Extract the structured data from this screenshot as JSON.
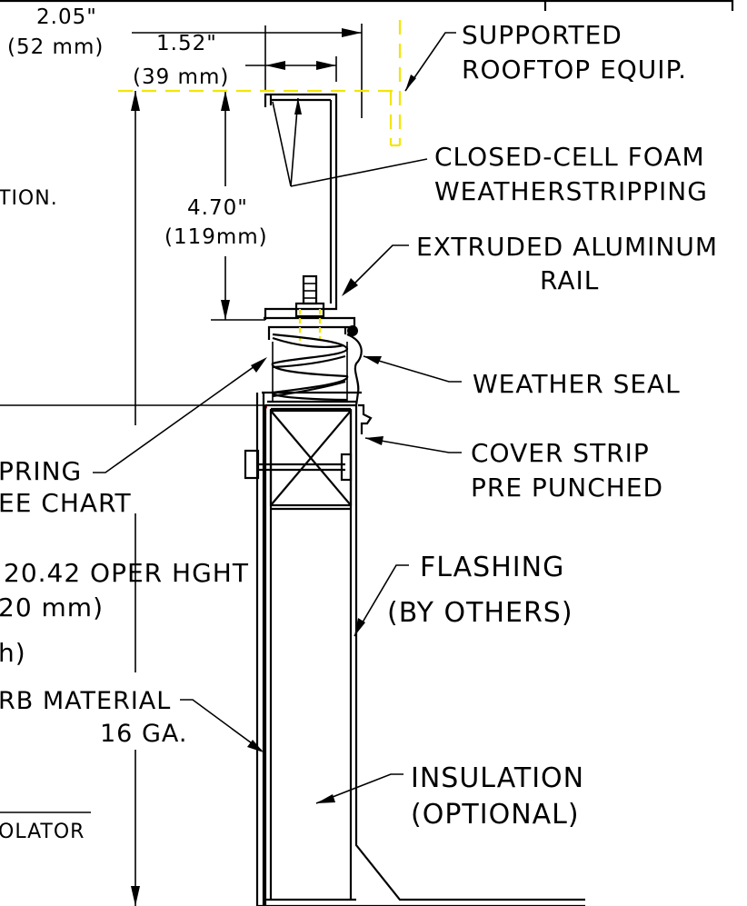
{
  "colors": {
    "line": "#000000",
    "hidden_line": "#f2e600",
    "accent_red": "#e00000",
    "background": "#ffffff"
  },
  "dimensions": {
    "outer_width_in": "2.05\"",
    "outer_width_mm": "(52 mm)",
    "inner_width_in": "1.52\"",
    "inner_width_mm": "(39 mm)",
    "rail_height_in": "4.70\"",
    "rail_height_mm": "(119mm)"
  },
  "callouts": {
    "supported_equip_1": "SUPPORTED",
    "supported_equip_2": "ROOFTOP EQUIP.",
    "foam_1": "CLOSED-CELL FOAM",
    "foam_2": "WEATHERSTRIPPING",
    "rail_1": "EXTRUDED ALUMINUM",
    "rail_2": "RAIL",
    "weather_seal": "WEATHER SEAL",
    "cover_strip_1": "COVER STRIP",
    "cover_strip_2": "PRE PUNCHED",
    "flashing_1": "FLASHING",
    "flashing_2": "(BY OTHERS)",
    "insulation_1": "INSULATION",
    "insulation_2": "(OPTIONAL)"
  },
  "left_cut_text": {
    "tion": "TION.",
    "spring": "PRING",
    "see_chart": "EE CHART",
    "oper_hght": "20.42 OPER HGHT",
    "oper_mm": "20 mm)",
    "paren_h": "h)",
    "curb_material": "RB MATERIAL",
    "gauge": "16 GA.",
    "isolator": "OLATOR"
  }
}
